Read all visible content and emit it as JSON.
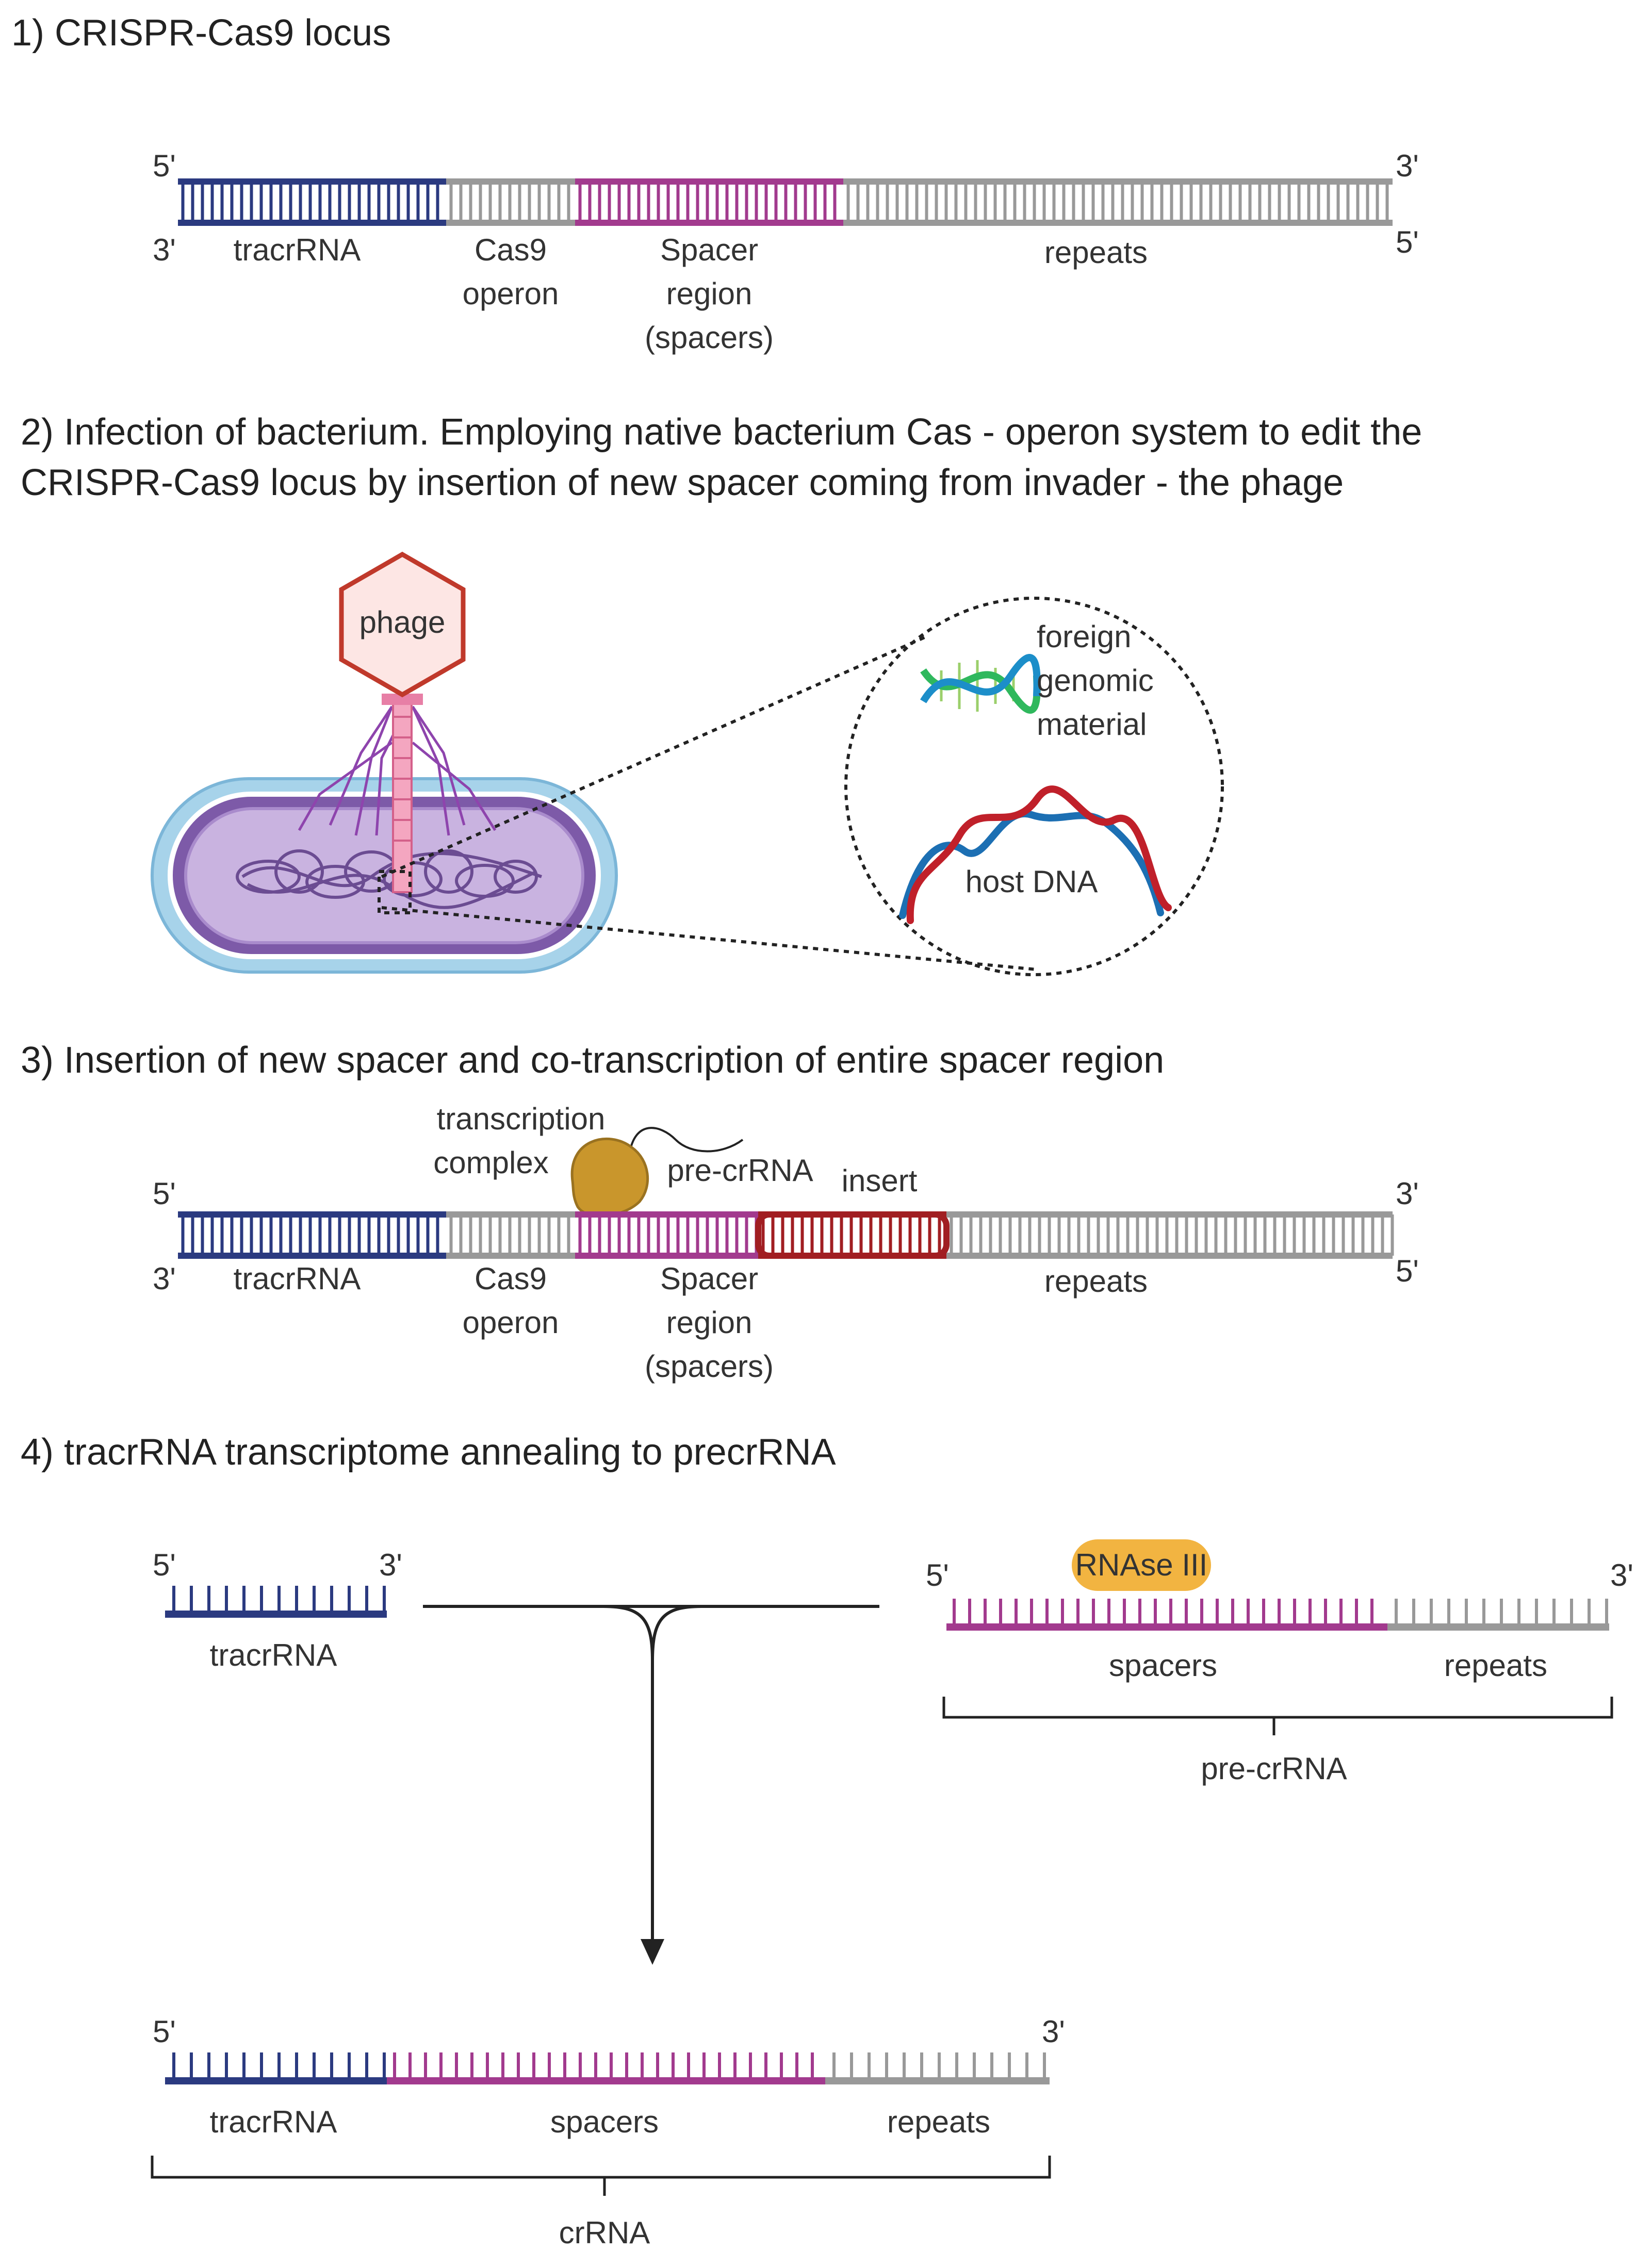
{
  "sections": {
    "s1": {
      "title": "1) CRISPR-Cas9 locus"
    },
    "s2": {
      "title_line1": "2) Infection of bacterium. Employing native bacterium Cas - operon system to edit the",
      "title_line2": "CRISPR-Cas9 locus by insertion of new spacer coming from invader - the phage"
    },
    "s3": {
      "title": "3) Insertion of new spacer and co-transcription of entire spacer region"
    },
    "s4": {
      "title": "4) tracrRNA transcriptome annealing to precrRNA"
    }
  },
  "locus": {
    "end_5_top": "5'",
    "end_3_top": "3'",
    "end_3_bottom": "3'",
    "end_5_bottom": "5'",
    "tracrRNA": "tracrRNA",
    "cas9_line1": "Cas9",
    "cas9_line2": "operon",
    "spacer_line1": "Spacer",
    "spacer_line2": "region",
    "spacer_line3": "(spacers)",
    "repeats": "repeats"
  },
  "infection": {
    "phage": "phage",
    "foreign_line1": "foreign",
    "foreign_line2": "genomic",
    "foreign_line3": "material",
    "host_dna": "host DNA"
  },
  "insertion": {
    "transcription_line1": "transcription",
    "transcription_line2": "complex",
    "pre_crrna": "pre-crRNA",
    "insert": "insert"
  },
  "annealing": {
    "tracr_5": "5'",
    "tracr_3": "3'",
    "tracrRNA": "tracrRNA",
    "pre_5": "5'",
    "pre_3": "3'",
    "rnase": "RNAse III",
    "spacers": "spacers",
    "repeats": "repeats",
    "pre_crrna": "pre-crRNA",
    "cr_5": "5'",
    "cr_3": "3'",
    "cr_tracrRNA": "tracrRNA",
    "cr_spacers": "spacers",
    "cr_repeats": "repeats",
    "crrna": "crRNA"
  },
  "colors": {
    "tracr_navy": "#2b3a80",
    "spacer_magenta": "#a23a8e",
    "repeat_gray": "#999999",
    "insert_red": "#a11e22",
    "rnase_orange": "#f2b441",
    "complex_gold": "#c9962c",
    "phage_red": "#c0392b",
    "cell_purple": "#9b7fc4",
    "cell_blue": "#a7d3ea"
  }
}
